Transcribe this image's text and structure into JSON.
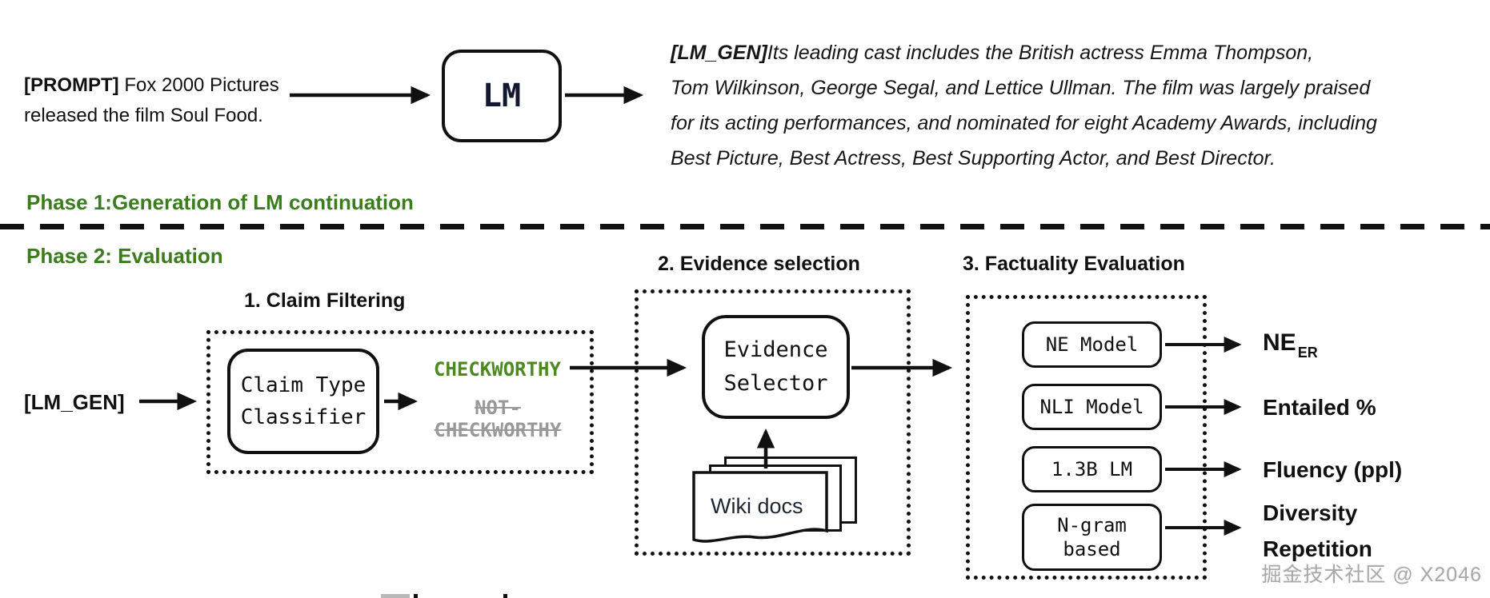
{
  "colors": {
    "phase_green": "#3b7d1e",
    "checkworthy_green": "#4c8a1f",
    "discard_gray": "#999999",
    "ink": "#111111",
    "wiki_text": "#1c2633",
    "watermark_gray": "#a8a8a8"
  },
  "generation": {
    "prompt": {
      "tag": "[PROMPT]",
      "line1_rest": " Fox 2000 Pictures",
      "line2": "released the film Soul Food."
    },
    "lm_box_label": "LM",
    "output": {
      "tag": "[LM_GEN]",
      "line1": "Its leading cast includes the British actress Emma Thompson,",
      "line2": "Tom Wilkinson, George Segal, and Lettice Ullman. The film was largely praised",
      "line3": "for its acting performances, and nominated for eight Academy Awards, including",
      "line4": "Best Picture, Best Actress, Best Supporting Actor, and Best Director."
    }
  },
  "phase1_label": "Phase 1:Generation of LM continuation",
  "phase2_label": "Phase 2: Evaluation",
  "claim_filtering": {
    "title": "1. Claim Filtering",
    "input_label": "[LM_GEN]",
    "classifier_line1": "Claim Type",
    "classifier_line2": "Classifier",
    "keep_label": "CHECKWORTHY",
    "discard_line1": "NOT-",
    "discard_line2": "CHECKWORTHY"
  },
  "evidence_selection": {
    "title": "2. Evidence selection",
    "selector_line1": "Evidence",
    "selector_line2": "Selector",
    "docs_label": "Wiki docs"
  },
  "factuality_evaluation": {
    "title": "3. Factuality Evaluation",
    "models": [
      {
        "line1": "NE Model"
      },
      {
        "line1": "NLI Model"
      },
      {
        "line1": "1.3B LM"
      },
      {
        "line1": "N-gram",
        "line2": "based"
      }
    ],
    "outputs": [
      {
        "main": "NE",
        "sub": "ER"
      },
      {
        "main": "Entailed %"
      },
      {
        "main": "Fluency (ppl)"
      },
      {
        "main": "Diversity",
        "line2": "Repetition"
      }
    ]
  },
  "watermark": "掘金技术社区 @ X2046"
}
